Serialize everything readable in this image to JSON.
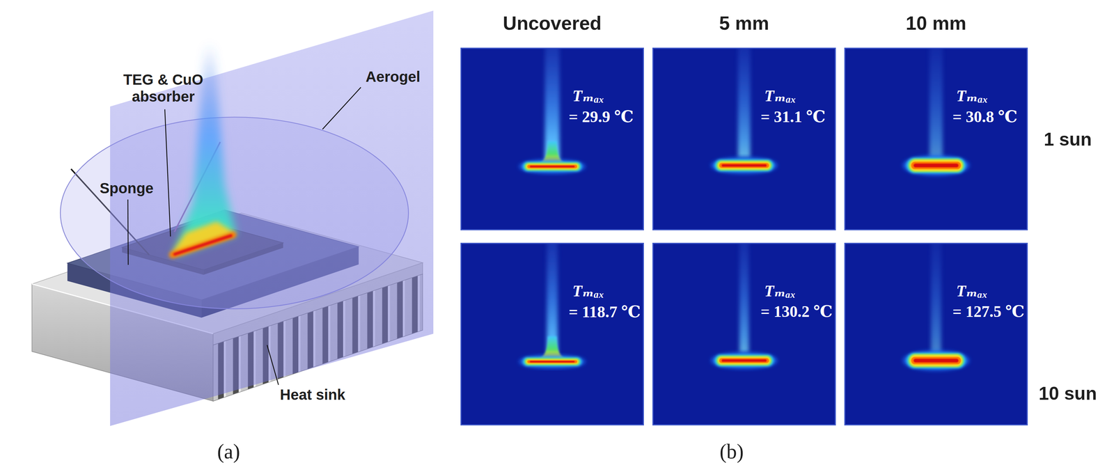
{
  "diagram": {
    "nodes": [
      {
        "text": [
          "Tₘₐₓ",
          "= 29.9 ℃"
        ]
      },
      {
        "text": [
          "Tₘₐₓ",
          "= 31.1 ℃"
        ]
      },
      {
        "text": [
          "Tₘₐₓ",
          "= 30.8 ℃"
        ]
      },
      {
        "text": [
          "Tₘₐₓ",
          "= 118.7 ℃"
        ]
      },
      {
        "text": [
          "Tₘₐₓ",
          "= 130.2 ℃"
        ]
      },
      {
        "text": [
          "Tₘₐₓ",
          "= 127.5 ℃"
        ]
      }
    ],
    "labels": [
      "TEG & CuO absorber",
      "Aerogel",
      "Sponge",
      "Heat sink",
      "(a)",
      "Uncovered",
      "5 mm",
      "10 mm",
      "1 sun",
      "10 sun",
      "(b)"
    ]
  }
}
